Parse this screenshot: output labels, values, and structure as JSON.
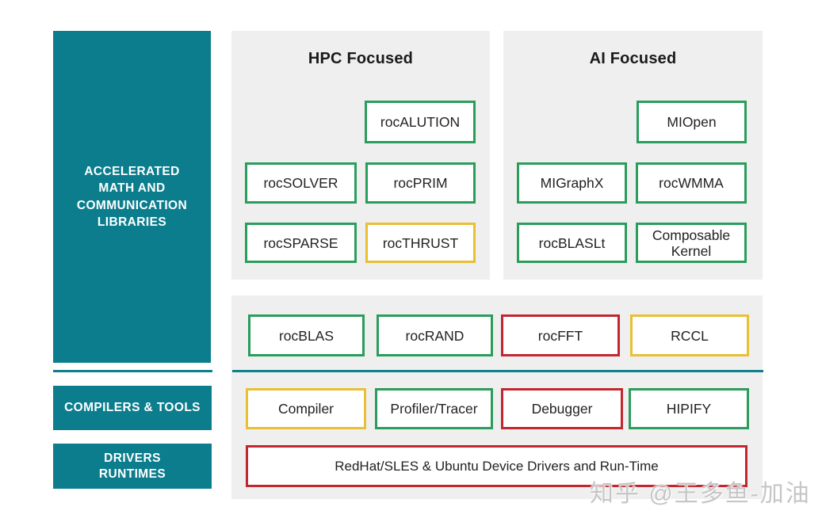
{
  "colors": {
    "teal": "#0c7d8d",
    "separator_teal": "#0e7f8b",
    "status_green": "#2a9d5c",
    "status_yellow": "#e9bf35",
    "status_red": "#c2262e",
    "panel_gray": "#efefef",
    "box_bg": "#ffffff",
    "title_text": "#1a1a1a"
  },
  "sidebar": {
    "accelerated": {
      "lines": [
        "ACCELERATED",
        "MATH AND",
        "COMMUNICATION",
        "LIBRARIES"
      ]
    },
    "compilers": {
      "label": "COMPILERS & TOOLS"
    },
    "drivers": {
      "lines": [
        "DRIVERS",
        "RUNTIMES"
      ]
    }
  },
  "panels": {
    "hpc": {
      "title": "HPC Focused"
    },
    "ai": {
      "title": "AI Focused"
    }
  },
  "boxes": {
    "hpc": [
      {
        "label": "rocALUTION",
        "status": "green"
      },
      {
        "label": "rocSOLVER",
        "status": "green"
      },
      {
        "label": "rocPRIM",
        "status": "green"
      },
      {
        "label": "rocSPARSE",
        "status": "green"
      },
      {
        "label": "rocTHRUST",
        "status": "yellow"
      }
    ],
    "ai": [
      {
        "label": "MIOpen",
        "status": "green"
      },
      {
        "label": "MIGraphX",
        "status": "green"
      },
      {
        "label": "rocWMMA",
        "status": "green"
      },
      {
        "label": "rocBLASLt",
        "status": "green"
      },
      {
        "label": "Composable Kernel",
        "status": "green"
      }
    ],
    "shared": [
      {
        "label": "rocBLAS",
        "status": "green"
      },
      {
        "label": "rocRAND",
        "status": "green"
      },
      {
        "label": "rocFFT",
        "status": "red"
      },
      {
        "label": "RCCL",
        "status": "yellow"
      }
    ],
    "tools": [
      {
        "label": "Compiler",
        "status": "yellow"
      },
      {
        "label": "Profiler/Tracer",
        "status": "green"
      },
      {
        "label": "Debugger",
        "status": "red"
      },
      {
        "label": "HIPIFY",
        "status": "green"
      }
    ],
    "runtime": [
      {
        "label": "RedHat/SLES & Ubuntu Device Drivers and Run-Time",
        "status": "red"
      }
    ]
  },
  "watermark": {
    "text": "知乎 @王多鱼-加油"
  }
}
